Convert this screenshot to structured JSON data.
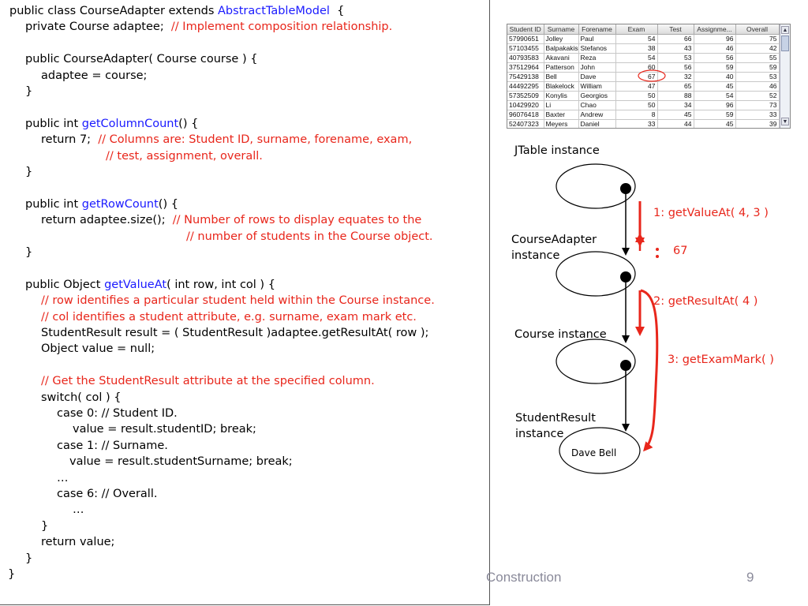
{
  "code": {
    "lines": [
      {
        "indent": 12,
        "parts": [
          {
            "t": "public class CourseAdapter extends ",
            "c": ""
          },
          {
            "t": "AbstractTableModel",
            "c": "blue"
          },
          {
            "t": "  {",
            "c": ""
          }
        ]
      },
      {
        "indent": 32,
        "parts": [
          {
            "t": "private Course adaptee;  ",
            "c": ""
          },
          {
            "t": "// Implement composition relationship.",
            "c": "red"
          }
        ]
      },
      {
        "indent": 0,
        "parts": []
      },
      {
        "indent": 32,
        "parts": [
          {
            "t": "public CourseAdapter( Course course ) {",
            "c": ""
          }
        ]
      },
      {
        "indent": 52,
        "parts": [
          {
            "t": "adaptee = course;",
            "c": ""
          }
        ]
      },
      {
        "indent": 32,
        "parts": [
          {
            "t": "}",
            "c": ""
          }
        ]
      },
      {
        "indent": 0,
        "parts": []
      },
      {
        "indent": 32,
        "parts": [
          {
            "t": "public int ",
            "c": ""
          },
          {
            "t": "getColumnCount",
            "c": "blue"
          },
          {
            "t": "() {",
            "c": ""
          }
        ]
      },
      {
        "indent": 52,
        "parts": [
          {
            "t": "return 7;  ",
            "c": ""
          },
          {
            "t": "// Columns are: Student ID, surname, forename, exam,",
            "c": "red"
          }
        ]
      },
      {
        "indent": 134,
        "parts": [
          {
            "t": "// test, assignment, overall.",
            "c": "red"
          }
        ]
      },
      {
        "indent": 32,
        "parts": [
          {
            "t": "}",
            "c": ""
          }
        ]
      },
      {
        "indent": 0,
        "parts": []
      },
      {
        "indent": 32,
        "parts": [
          {
            "t": "public int ",
            "c": ""
          },
          {
            "t": "getRowCount",
            "c": "blue"
          },
          {
            "t": "() {",
            "c": ""
          }
        ]
      },
      {
        "indent": 52,
        "parts": [
          {
            "t": "return adaptee.size();  ",
            "c": ""
          },
          {
            "t": "// Number of rows to display equates to the",
            "c": "red"
          }
        ]
      },
      {
        "indent": 236,
        "parts": [
          {
            "t": "// number of students in the Course object.",
            "c": "red"
          }
        ]
      },
      {
        "indent": 32,
        "parts": [
          {
            "t": "}",
            "c": ""
          }
        ]
      },
      {
        "indent": 0,
        "parts": []
      },
      {
        "indent": 32,
        "parts": [
          {
            "t": "public Object ",
            "c": ""
          },
          {
            "t": "getValueAt",
            "c": "blue"
          },
          {
            "t": "( int row, int col ) {",
            "c": ""
          }
        ]
      },
      {
        "indent": 52,
        "parts": [
          {
            "t": "// row identifies a particular student held within the Course instance.",
            "c": "red"
          }
        ]
      },
      {
        "indent": 52,
        "parts": [
          {
            "t": "// col identifies a student attribute, e.g. surname, exam mark etc.",
            "c": "red"
          }
        ]
      },
      {
        "indent": 52,
        "parts": [
          {
            "t": "StudentResult result = ( StudentResult )adaptee.getResultAt( row );",
            "c": ""
          }
        ]
      },
      {
        "indent": 52,
        "parts": [
          {
            "t": "Object value = null;",
            "c": ""
          }
        ]
      },
      {
        "indent": 0,
        "parts": []
      },
      {
        "indent": 52,
        "parts": [
          {
            "t": "// Get the StudentResult attribute at the specified column.",
            "c": "red"
          }
        ]
      },
      {
        "indent": 52,
        "parts": [
          {
            "t": "switch( col ) {",
            "c": ""
          }
        ]
      },
      {
        "indent": 72,
        "parts": [
          {
            "t": "case 0: // Student ID.",
            "c": ""
          }
        ]
      },
      {
        "indent": 92,
        "parts": [
          {
            "t": "value = result.studentID; break;",
            "c": ""
          }
        ]
      },
      {
        "indent": 72,
        "parts": [
          {
            "t": "case 1: // Surname.",
            "c": ""
          }
        ]
      },
      {
        "indent": 88,
        "parts": [
          {
            "t": "value = result.studentSurname; break;",
            "c": ""
          }
        ]
      },
      {
        "indent": 72,
        "parts": [
          {
            "t": "…",
            "c": ""
          }
        ]
      },
      {
        "indent": 72,
        "parts": [
          {
            "t": "case 6: // Overall.",
            "c": ""
          }
        ]
      },
      {
        "indent": 92,
        "parts": [
          {
            "t": "…",
            "c": ""
          }
        ]
      },
      {
        "indent": 52,
        "parts": [
          {
            "t": "}",
            "c": ""
          }
        ]
      },
      {
        "indent": 52,
        "parts": [
          {
            "t": "return value;",
            "c": ""
          }
        ]
      },
      {
        "indent": 32,
        "parts": [
          {
            "t": "}",
            "c": ""
          }
        ]
      },
      {
        "indent": 10,
        "parts": [
          {
            "t": "}",
            "c": ""
          }
        ]
      }
    ]
  },
  "table": {
    "headers": [
      "Student ID",
      "Surname",
      "Forename",
      "Exam",
      "Test",
      "Assignme...",
      "Overall"
    ],
    "rows": [
      [
        "57990651",
        "Jolley",
        "Paul",
        "54",
        "66",
        "96",
        "75"
      ],
      [
        "57103455",
        "Balpakakis",
        "Stefanos",
        "38",
        "43",
        "46",
        "42"
      ],
      [
        "40793583",
        "Akavani",
        "Reza",
        "54",
        "53",
        "56",
        "55"
      ],
      [
        "37512964",
        "Patterson",
        "John",
        "60",
        "56",
        "59",
        "59"
      ],
      [
        "75429138",
        "Bell",
        "Dave",
        "67",
        "32",
        "40",
        "53"
      ],
      [
        "44492295",
        "Blakelock",
        "William",
        "47",
        "65",
        "45",
        "46"
      ],
      [
        "57352509",
        "Konylis",
        "Georgios",
        "50",
        "88",
        "54",
        "52"
      ],
      [
        "10429920",
        "Li",
        "Chao",
        "50",
        "34",
        "96",
        "73"
      ],
      [
        "96076418",
        "Baxter",
        "Andrew",
        "8",
        "45",
        "59",
        "33"
      ],
      [
        "52407323",
        "Meyers",
        "Daniel",
        "33",
        "44",
        "45",
        "39"
      ]
    ],
    "highlight": {
      "row": 4,
      "col": 3
    }
  },
  "diagram": {
    "jtable_label": "JTable instance",
    "adapter_label_1": "CourseAdapter",
    "adapter_label_2": "instance",
    "course_label": "Course instance",
    "result_label_1": "StudentResult",
    "result_label_2": "instance",
    "dave_bell": "Dave Bell",
    "msg1": "1: getValueAt( 4, 3 )",
    "return_value": "67",
    "msg2": "2: getResultAt( 4 )",
    "msg3": "3: getExamMark( )",
    "accent_color": "#e8261b"
  },
  "footer": {
    "title": "Construction",
    "page": "9"
  }
}
